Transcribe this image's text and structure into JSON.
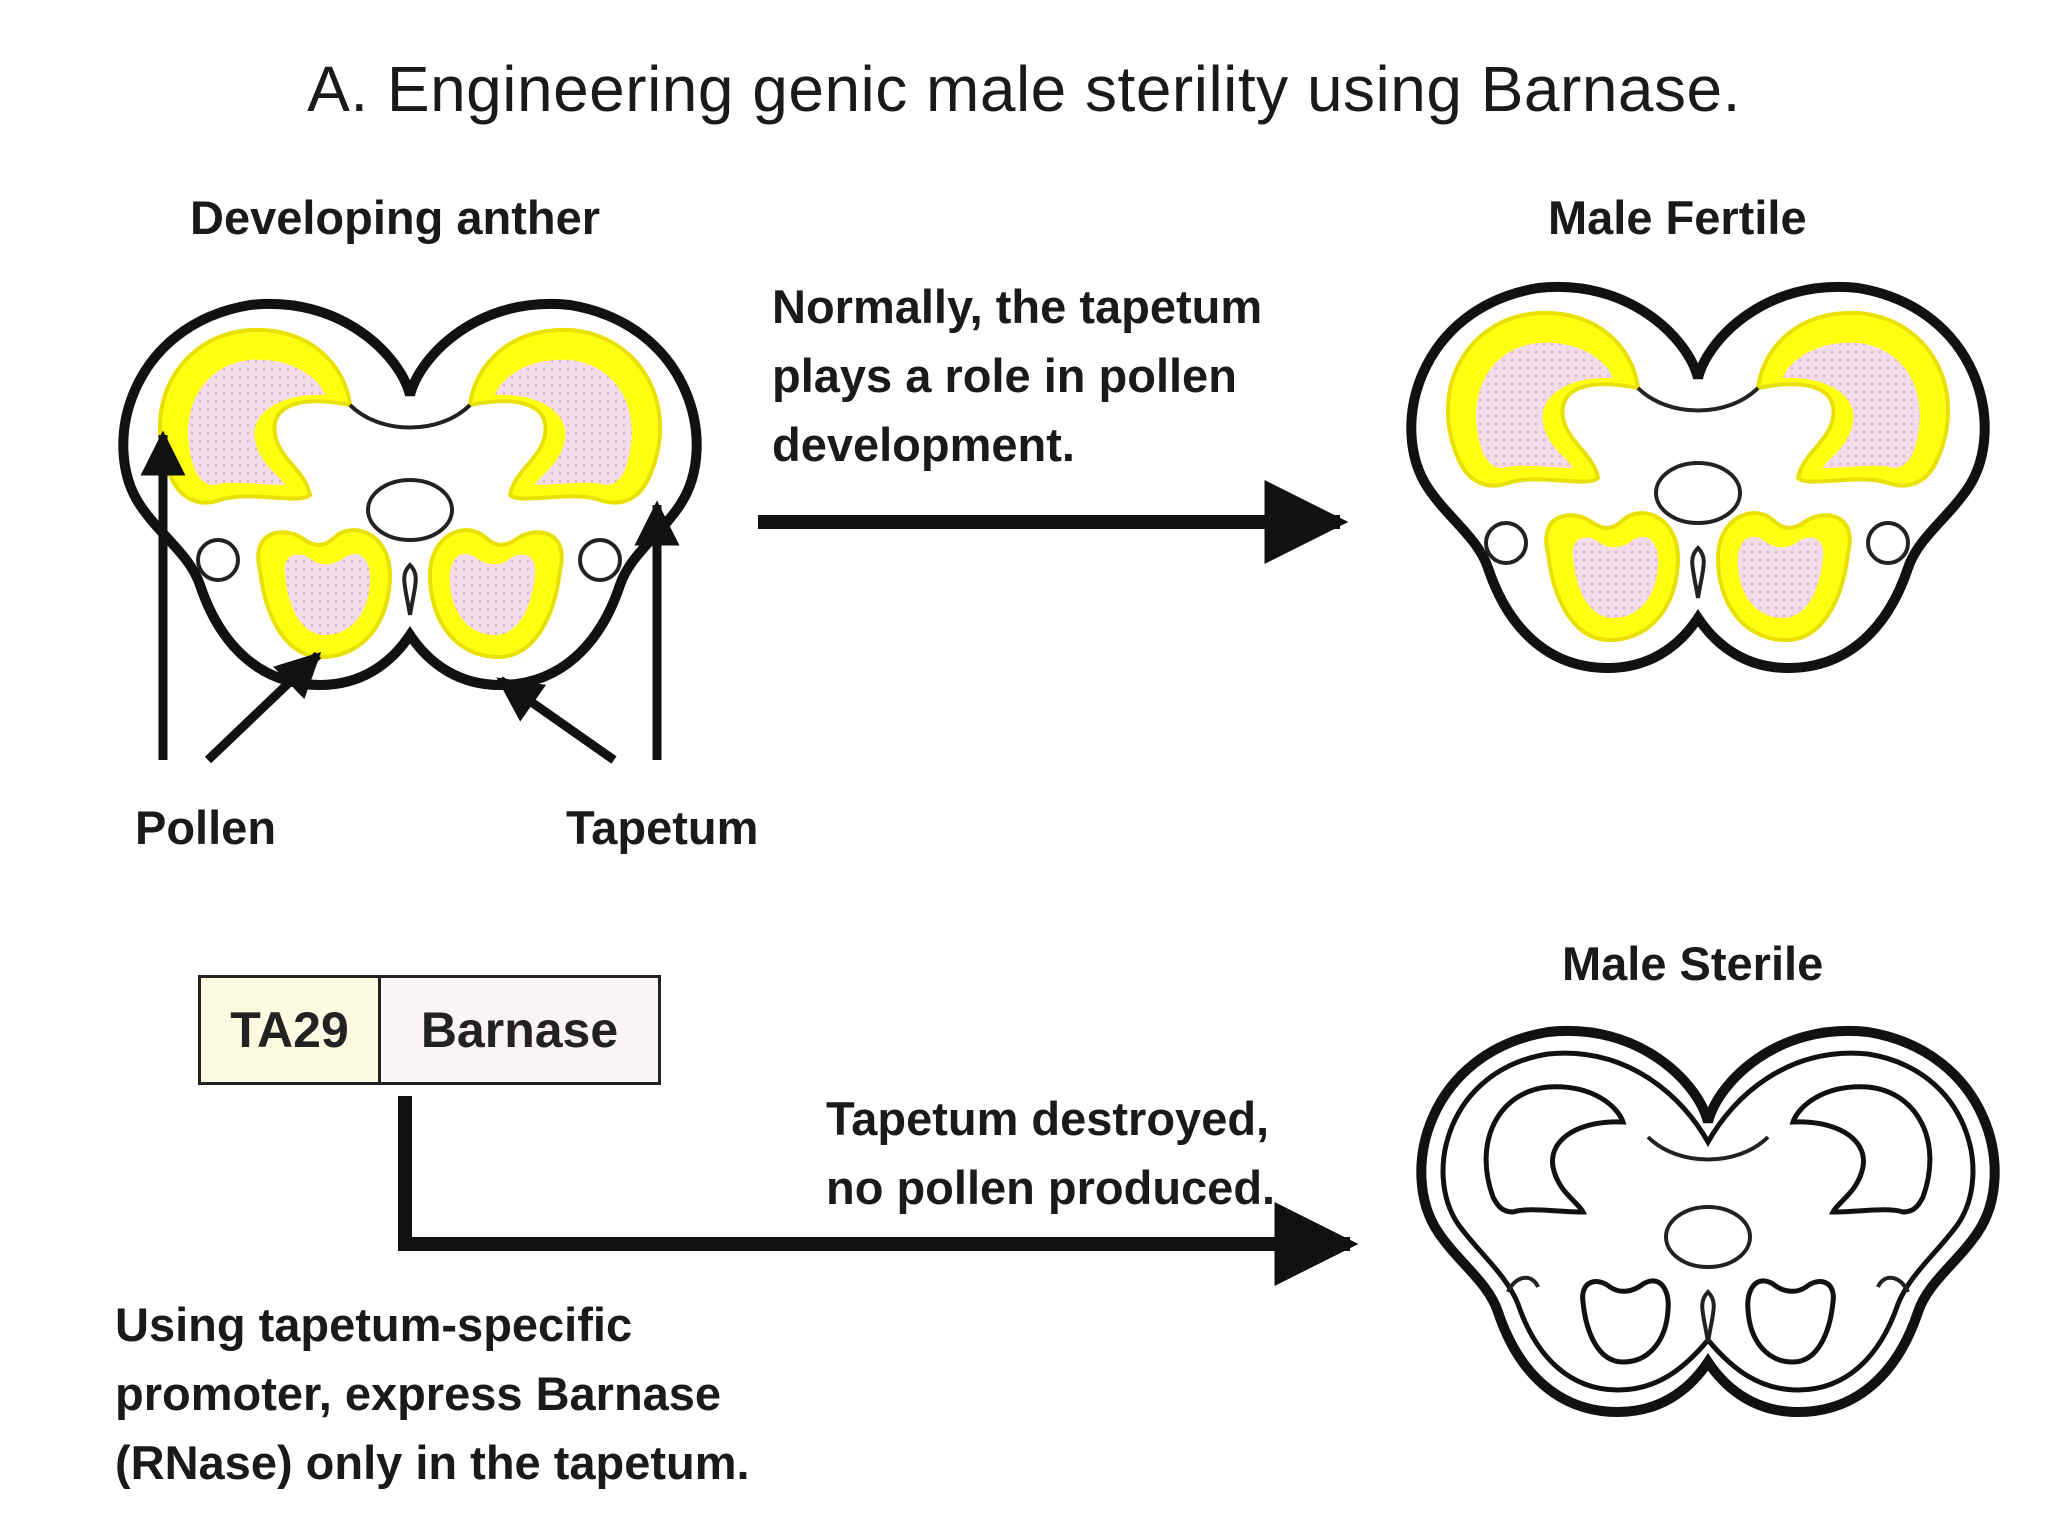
{
  "title": "A. Engineering genic male sterility using Barnase.",
  "panels": {
    "developing": {
      "heading": "Developing anther"
    },
    "fertile": {
      "heading": "Male Fertile"
    },
    "sterile": {
      "heading": "Male Sterile"
    }
  },
  "labels": {
    "pollen": "Pollen",
    "tapetum": "Tapetum"
  },
  "notes": {
    "normal": [
      "Normally, the tapetum",
      "plays a role in pollen",
      "development."
    ],
    "destroyed": [
      "Tapetum destroyed,",
      "no pollen produced."
    ],
    "method": [
      "Using tapetum-specific",
      "promoter, express Barnase",
      "(RNase) only in the tapetum."
    ]
  },
  "construct": {
    "promoter": "TA29",
    "gene": "Barnase"
  },
  "colors": {
    "tapetum_fill": "#ffff10",
    "pollen_fill": "#f3dcea",
    "outline": "#111111",
    "promoter_box": "#fcfbe2",
    "gene_box": "#faf4f4"
  }
}
